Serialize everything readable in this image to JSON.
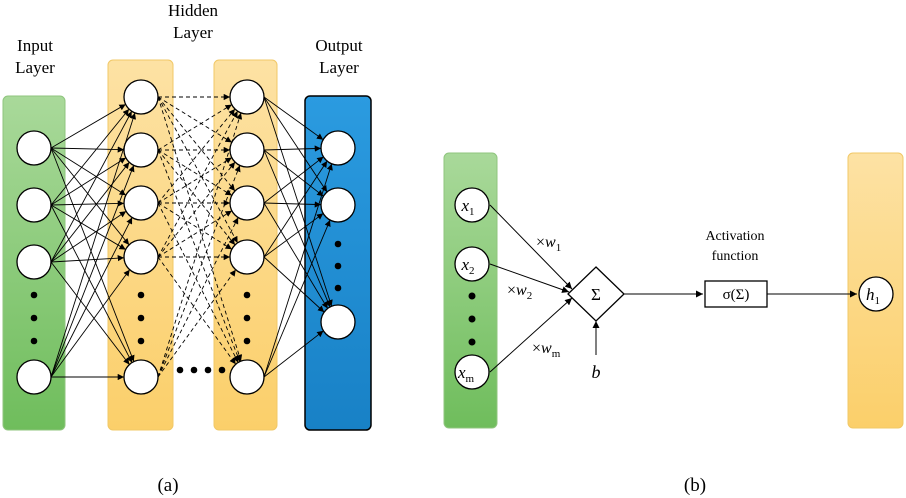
{
  "panel_a": {
    "caption": "(a)",
    "input_layer": {
      "label_line1": "Input",
      "label_line2": "Layer",
      "color": "#8fcc7a"
    },
    "hidden_layer": {
      "label_line1": "Hidden",
      "label_line2": "Layer",
      "color": "#fcd98a"
    },
    "output_layer": {
      "label_line1": "Output",
      "label_line2": "Layer",
      "color": "#1f8fd6"
    }
  },
  "panel_b": {
    "caption": "(b)",
    "inputs": [
      {
        "symbol": "x",
        "subscript": "1"
      },
      {
        "symbol": "x",
        "subscript": "2"
      },
      {
        "symbol": "x",
        "subscript": "m"
      }
    ],
    "weights": [
      {
        "prefix": "×",
        "symbol": "w",
        "subscript": "1"
      },
      {
        "prefix": "×",
        "symbol": "w",
        "subscript": "2"
      },
      {
        "prefix": "×",
        "symbol": "w",
        "subscript": "m"
      }
    ],
    "sum_symbol": "Σ",
    "bias": "b",
    "activation_label_line1": "Activation",
    "activation_label_line2": "function",
    "activation_formula": "σ(Σ)",
    "output": {
      "symbol": "h",
      "subscript": "1"
    }
  }
}
